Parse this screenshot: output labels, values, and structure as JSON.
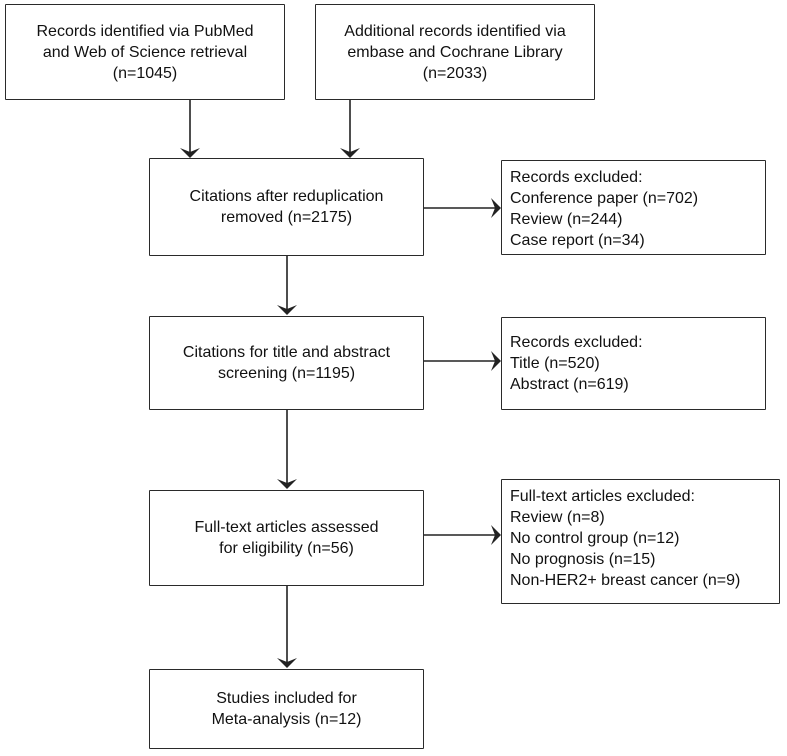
{
  "boxes": {
    "pubmed": [
      "Records identified via PubMed",
      "and Web of Science retrieval",
      "(n=1045)"
    ],
    "embase": [
      "Additional records identified via",
      "embase and Cochrane Library",
      "(n=2033)"
    ],
    "dedup": [
      "Citations after reduplication",
      "removed (n=2175)"
    ],
    "excluded1": [
      "Records excluded:",
      "Conference paper (n=702)",
      "Review (n=244)",
      "Case report (n=34)"
    ],
    "screening": [
      "Citations for title and abstract",
      "screening (n=1195)"
    ],
    "excluded2": [
      "Records excluded:",
      "Title (n=520)",
      "Abstract (n=619)"
    ],
    "fulltext": [
      "Full-text articles assessed",
      "for eligibility (n=56)"
    ],
    "excluded3": [
      "Full-text articles excluded:",
      "Review (n=8)",
      "No control group (n=12)",
      "No prognosis (n=15)",
      "Non-HER2+ breast cancer (n=9)"
    ],
    "included": [
      "Studies included for",
      "Meta-analysis (n=12)"
    ]
  }
}
